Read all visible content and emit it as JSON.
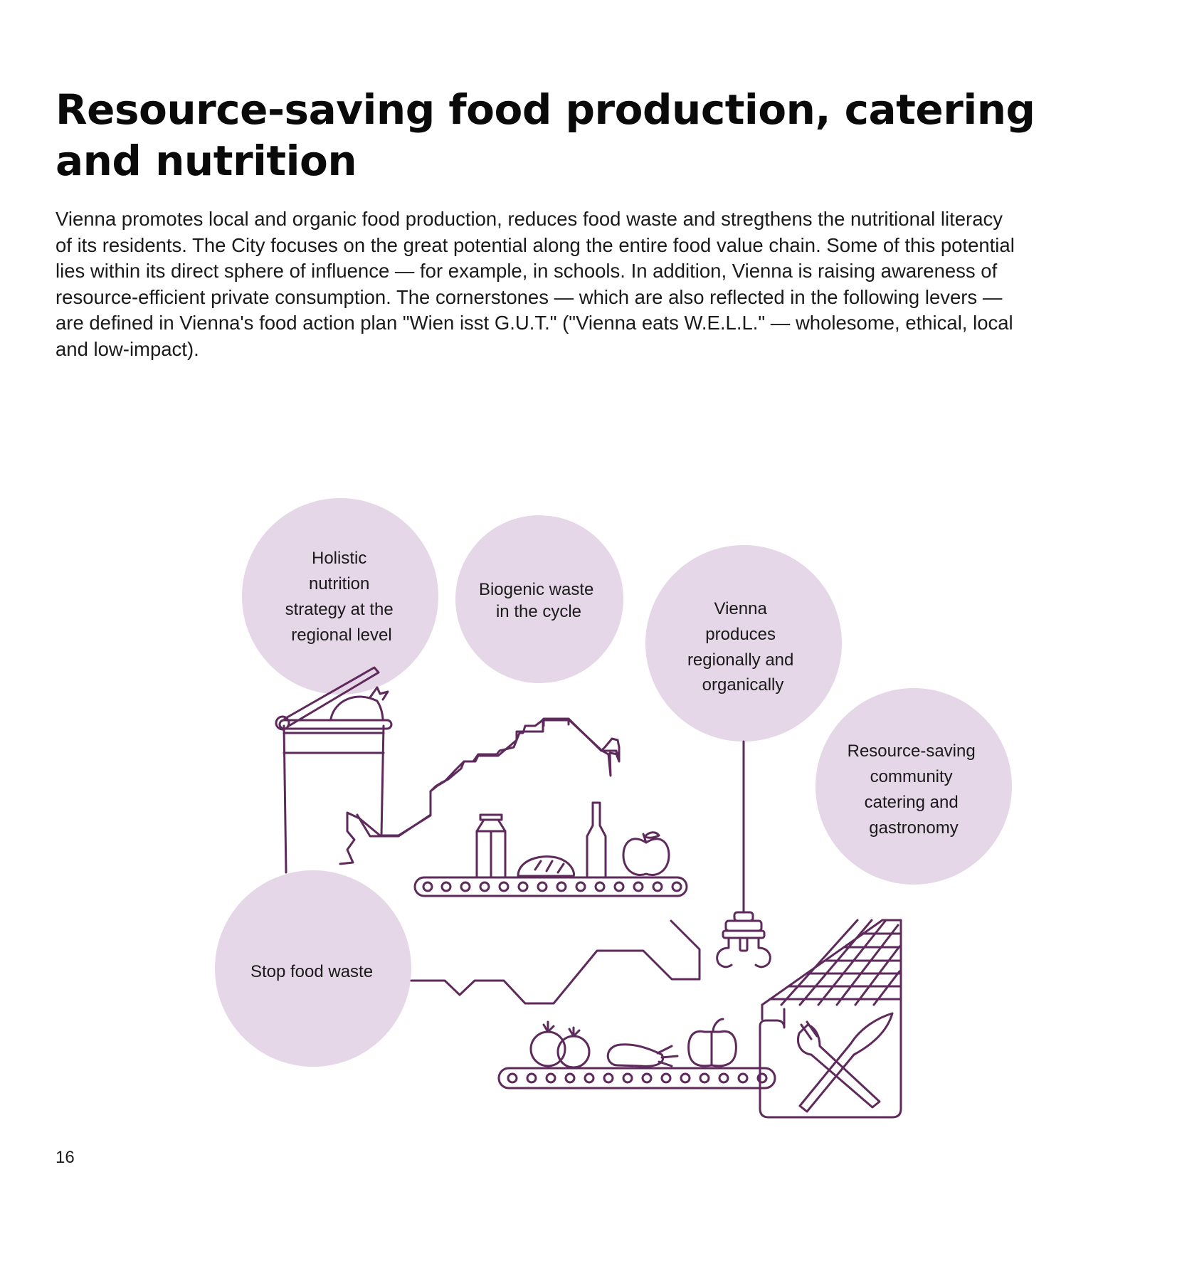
{
  "title": "Resource-saving food production, catering and nutrition",
  "intro": "Vienna promotes local and organic food production, reduces food waste and stregthens the nutritional literacy of its residents. The City focuses on the great potential along the entire food value chain. Some of this potential lies within its direct sphere of influence — for example, in schools. In addition, Vienna is raising awareness of resource-efficient private consumption. The cornerstones — which are also reflected in the following levers — are defined in Vienna's food action plan \"Wien isst G.U.T.\" (\"Vienna eats W.E.L.L.\" — wholesome, ethical, local and low-impact).",
  "colors": {
    "bubble": "#e5d6e8",
    "line": "#5e2a5c"
  },
  "bubbles": {
    "holistic": [
      "Holistic",
      "nutrition",
      "strategy at the",
      "regional level"
    ],
    "biogenic": [
      "Biogenic waste",
      "in the cycle"
    ],
    "vienna_produces": [
      "Vienna",
      "produces",
      "regionally and",
      "organically"
    ],
    "resource_saving": [
      "Resource-saving",
      "community",
      "catering and",
      "gastronomy"
    ],
    "stop_waste": [
      "Stop food waste"
    ]
  },
  "icons": [
    "compost-bin-icon",
    "vienna-outline-icon",
    "milk-carton-icon",
    "bread-icon",
    "bottle-icon",
    "apple-icon",
    "robotic-gripper-icon",
    "solar-roof-icon",
    "fork-knife-icon",
    "tomato-icon",
    "eggplant-icon",
    "pepper-icon"
  ],
  "page_number": "16"
}
